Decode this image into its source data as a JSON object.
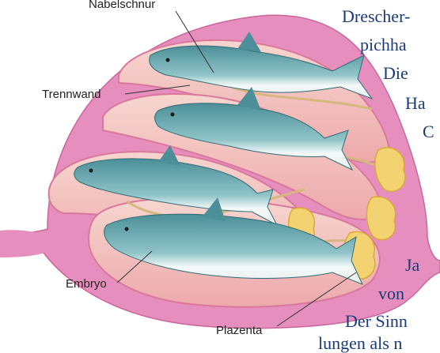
{
  "labels": {
    "nabelschnur": "Nabelschnur",
    "trennwand": "Trennwand",
    "embryo": "Embryo",
    "plazenta": "Plazenta"
  },
  "body_text": {
    "line1": "Drescher-",
    "line2": "pichha",
    "line3": "Die",
    "line4": "Ha",
    "line5": "C",
    "line6": "Ja",
    "line7": "von",
    "line8": "Der Sinn",
    "line9": "lungen als n"
  },
  "colors": {
    "uterus": "#e58fbf",
    "chamber": "#f3c4c0",
    "shark_back": "#5fa3ab",
    "shark_belly": "#f2f6f6",
    "placenta": "#f3d272",
    "cord": "#d8b680",
    "text_blue": "#1b3a78"
  }
}
